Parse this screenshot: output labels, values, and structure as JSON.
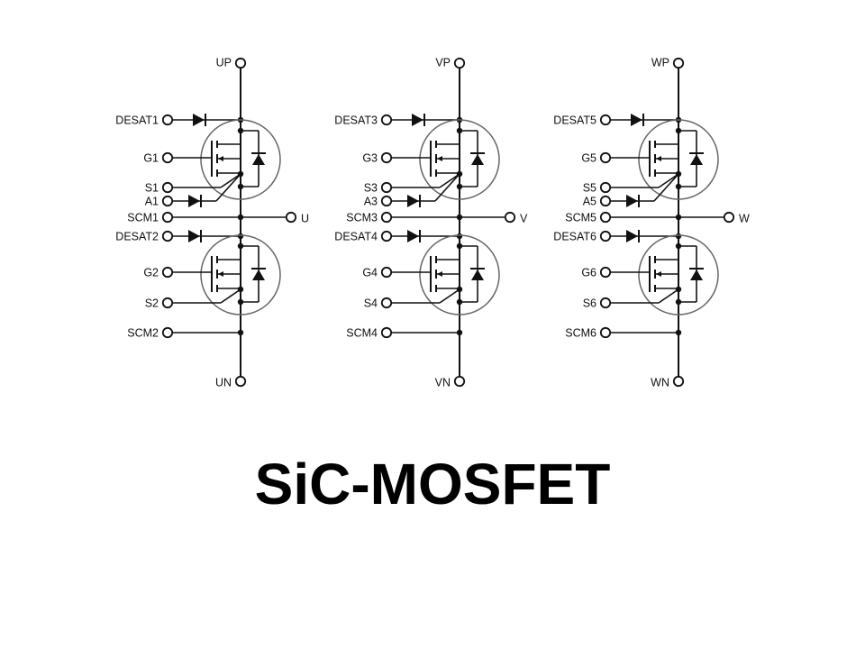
{
  "title": "SiC-MOSFET",
  "colors": {
    "line": "#111111",
    "package_outline": "#666666",
    "background": "#ffffff"
  },
  "legs": [
    {
      "top_terminal": "UP",
      "bottom_terminal": "UN",
      "output_terminal": "U",
      "high_side": {
        "desat": "DESAT1",
        "gate": "G1",
        "source": "S1",
        "anode": "A1",
        "scm": "SCM1"
      },
      "low_side": {
        "desat": "DESAT2",
        "gate": "G2",
        "source": "S2",
        "scm": "SCM2"
      }
    },
    {
      "top_terminal": "VP",
      "bottom_terminal": "VN",
      "output_terminal": "V",
      "high_side": {
        "desat": "DESAT3",
        "gate": "G3",
        "source": "S3",
        "anode": "A3",
        "scm": "SCM3"
      },
      "low_side": {
        "desat": "DESAT4",
        "gate": "G4",
        "source": "S4",
        "scm": "SCM4"
      }
    },
    {
      "top_terminal": "WP",
      "bottom_terminal": "WN",
      "output_terminal": "W",
      "high_side": {
        "desat": "DESAT5",
        "gate": "G5",
        "source": "S5",
        "anode": "A5",
        "scm": "SCM5"
      },
      "low_side": {
        "desat": "DESAT6",
        "gate": "G6",
        "source": "S6",
        "scm": "SCM6"
      }
    }
  ],
  "icons": {
    "transistor": "n-channel-mosfet-icon",
    "body_diode": "diode-icon",
    "desat_diode": "diode-icon",
    "terminal": "terminal-circle-icon",
    "junction": "junction-dot-icon"
  }
}
